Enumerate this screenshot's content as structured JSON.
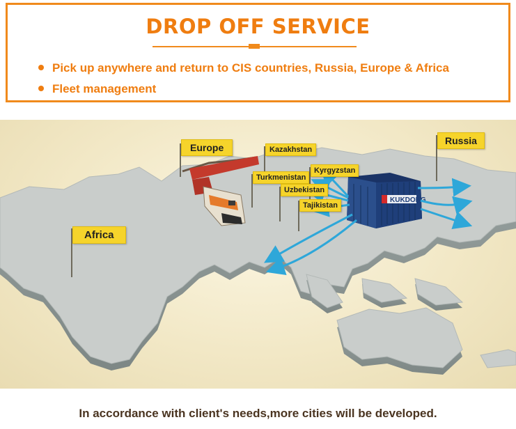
{
  "header": {
    "title": "DROP OFF SERVICE",
    "bullets": [
      "Pick up anywhere and return to CIS countries, Russia, Europe & Africa",
      "Fleet management"
    ]
  },
  "map": {
    "flags": {
      "europe": "Europe",
      "kazakhstan": "Kazakhstan",
      "kyrgyzstan": "Kyrgyzstan",
      "turkmenistan": "Turkmenistan",
      "uzbekistan": "Uzbekistan",
      "tajikistan": "Tajikistan",
      "russia": "Russia",
      "africa": "Africa"
    },
    "container_brand": "KUKDONG"
  },
  "footer": {
    "text": "In accordance with client's needs,more cities will be developed."
  },
  "colors": {
    "accent": "#ef7d10",
    "flag": "#f6d42b",
    "land": "#c6cbc9",
    "arrow": "#2ea7d9",
    "container": "#1f3f7a"
  }
}
